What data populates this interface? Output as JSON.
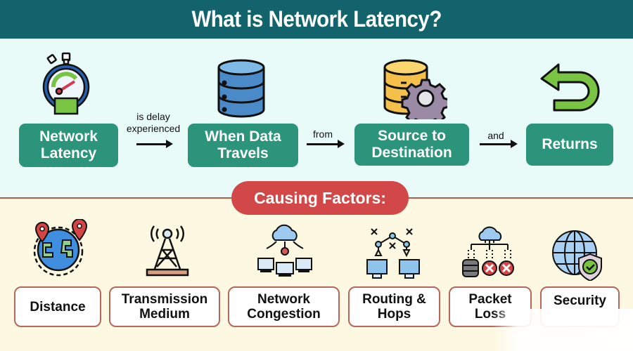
{
  "header": {
    "title": "What is Network Latency?"
  },
  "flow": {
    "steps": [
      {
        "label": "Network Latency",
        "icon": "stopwatch-icon"
      },
      {
        "label": "When Data Travels",
        "icon": "database-icon"
      },
      {
        "label": "Source to Destination",
        "icon": "database-gear-icon"
      },
      {
        "label": "Returns",
        "icon": "return-arrow-icon"
      }
    ],
    "connectors": [
      "is delay experienced",
      "from",
      "and"
    ]
  },
  "factors": {
    "title": "Causing Factors:",
    "items": [
      {
        "label": "Distance",
        "icon": "globe-pins-icon"
      },
      {
        "label": "Transmission Medium",
        "icon": "radio-tower-icon"
      },
      {
        "label": "Network Congestion",
        "icon": "cloud-computers-icon"
      },
      {
        "label": "Routing & Hops",
        "icon": "routing-nodes-icon"
      },
      {
        "label": "Packet Loss",
        "icon": "packet-loss-icon"
      },
      {
        "label": "Security",
        "icon": "globe-shield-icon"
      }
    ]
  },
  "colors": {
    "header_bg": "#12636b",
    "step_bg": "#2b947a",
    "badge_bg": "#d24848",
    "top_bg": "#e8fbf8",
    "bottom_bg": "#fdf8e1",
    "factor_border": "#b8655a"
  }
}
